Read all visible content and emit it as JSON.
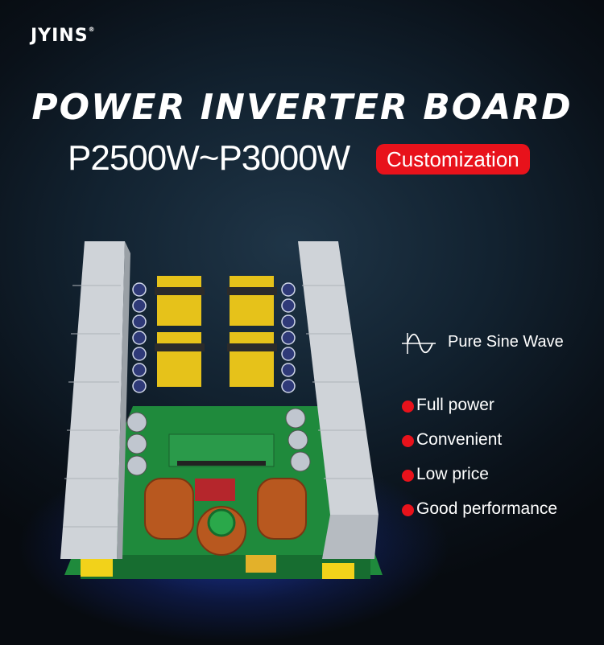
{
  "brand": {
    "name": "JYINS",
    "trademark": "®"
  },
  "headline": {
    "title": "POWER INVERTER BOARD",
    "model_range": "P2500W~P3000W",
    "badge": "Customization"
  },
  "waveform": {
    "icon": "sine-wave-icon",
    "label": "Pure Sine Wave"
  },
  "features": [
    "Full power",
    "Convenient",
    "Low price",
    "Good performance"
  ],
  "colors": {
    "accent_red": "#e8121b",
    "background": "#0f1c27",
    "pcb_green": "#1f8a3c",
    "glow_blue": "#2b4fff"
  }
}
